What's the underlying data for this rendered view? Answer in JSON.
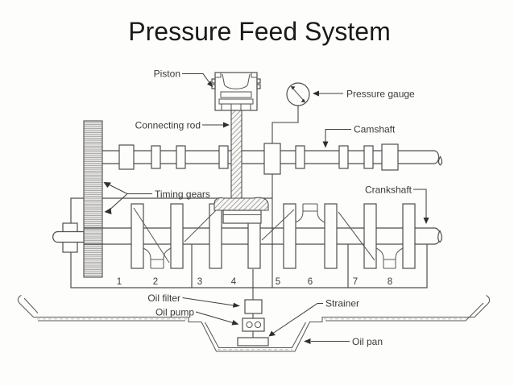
{
  "title": "Pressure Feed System",
  "labels": {
    "piston": "Piston",
    "pressure_gauge": "Pressure gauge",
    "connecting_rod": "Connecting rod",
    "camshaft": "Camshaft",
    "timing_gears": "Timing gears",
    "crankshaft": "Crankshaft",
    "oil_filter": "Oil filter",
    "oil_pump": "Oil pump",
    "strainer": "Strainer",
    "oil_pan": "Oil pan"
  },
  "cylinder_numbers": [
    "1",
    "2",
    "3",
    "4",
    "5",
    "6",
    "7",
    "8"
  ],
  "colors": {
    "background": "#fdfdfb",
    "diagram_line": "#4f4f4f",
    "label_text": "#3a3a3a",
    "title_text": "#1a1a1a"
  }
}
